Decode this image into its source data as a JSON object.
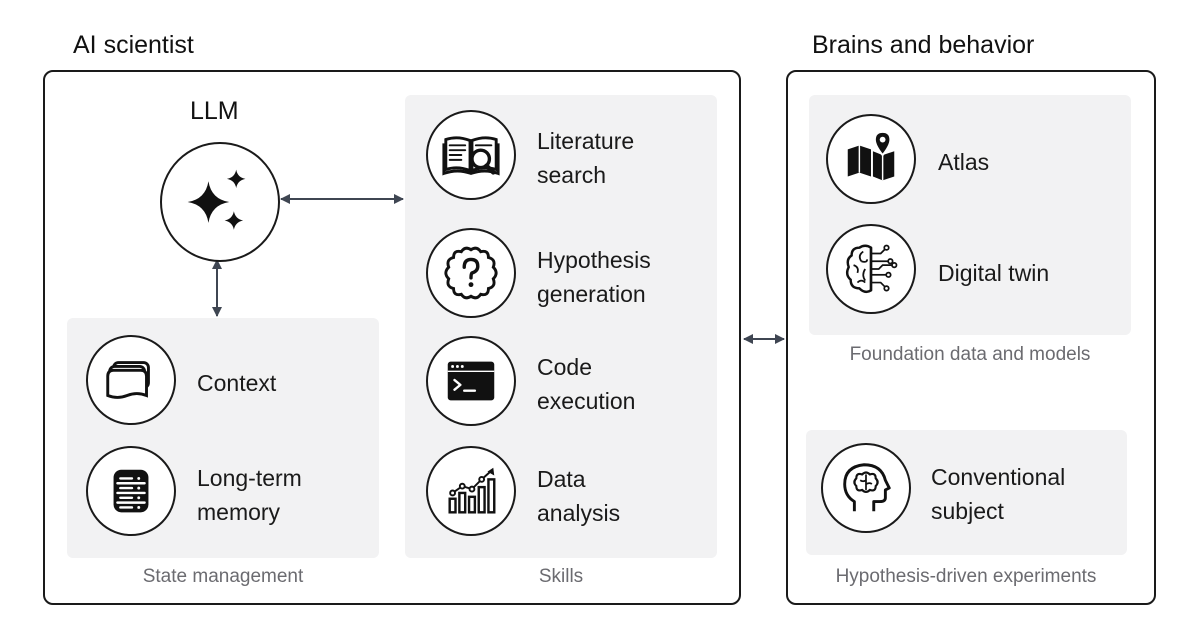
{
  "ai_scientist": {
    "title": "AI scientist",
    "llm": {
      "label": "LLM",
      "icon": "sparkles-icon"
    },
    "state_management": {
      "caption": "State management",
      "items": [
        {
          "line1": "Context",
          "line2": "",
          "icon": "context-stack-icon"
        },
        {
          "line1": "Long-term",
          "line2": "memory",
          "icon": "database-icon"
        }
      ]
    },
    "skills": {
      "caption": "Skills",
      "items": [
        {
          "line1": "Literature",
          "line2": "search",
          "icon": "book-search-icon"
        },
        {
          "line1": "Hypothesis",
          "line2": "generation",
          "icon": "brain-question-icon"
        },
        {
          "line1": "Code",
          "line2": "execution",
          "icon": "terminal-icon"
        },
        {
          "line1": "Data",
          "line2": "analysis",
          "icon": "bar-chart-icon"
        }
      ]
    }
  },
  "brains_and_behavior": {
    "title": "Brains and behavior",
    "foundation": {
      "caption": "Foundation data and models",
      "items": [
        {
          "line1": "Atlas",
          "line2": "",
          "icon": "map-pin-icon"
        },
        {
          "line1": "Digital twin",
          "line2": "",
          "icon": "circuit-brain-icon"
        }
      ]
    },
    "experiments": {
      "caption": "Hypothesis-driven experiments",
      "items": [
        {
          "line1": "Conventional",
          "line2": "subject",
          "icon": "head-brain-icon"
        }
      ]
    }
  },
  "colors": {
    "arrow": "#3f4652",
    "panel": "#f2f2f3",
    "caption": "#6b6b70"
  }
}
